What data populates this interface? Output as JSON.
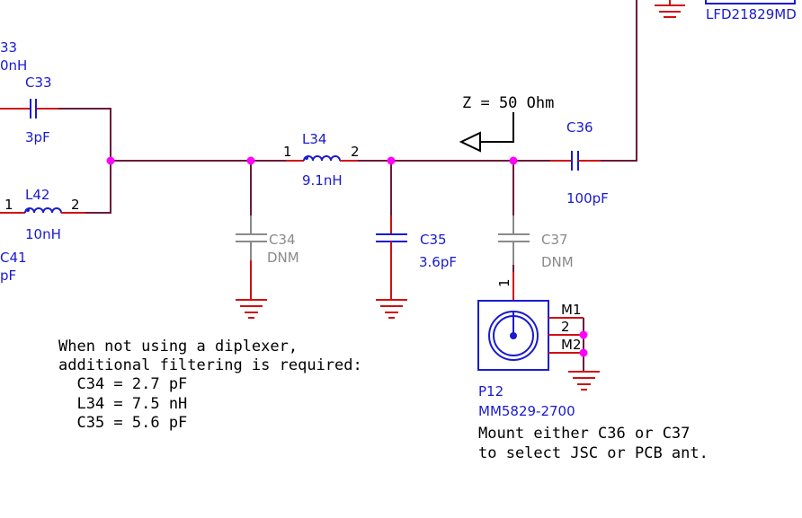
{
  "components": {
    "c33": {
      "ref": "C33",
      "value": "3pF"
    },
    "l42": {
      "ref": "L42",
      "value": "10nH",
      "pin1": "1",
      "pin2": "2"
    },
    "l34": {
      "ref": "L34",
      "value": "9.1nH",
      "pin1": "1",
      "pin2": "2"
    },
    "c34": {
      "ref": "C34",
      "value": "DNM"
    },
    "c35": {
      "ref": "C35",
      "value": "3.6pF"
    },
    "c36": {
      "ref": "C36",
      "value": "100pF"
    },
    "c37": {
      "ref": "C37",
      "value": "DNM"
    },
    "p12": {
      "ref": "P12",
      "part": "MM5829-2700",
      "pin1": "1",
      "pin2": "2",
      "m1": "M1",
      "m2": "M2"
    },
    "edge_left_top_ref": "33",
    "edge_left_top_value": "0nH",
    "edge_left_bottom_ref": "C41",
    "edge_left_bottom_value": "pF",
    "edge_right_part": "LFD21829MD"
  },
  "annotations": {
    "impedance": "Z = 50 Ohm",
    "diplexer_note": [
      "When not using a diplexer,",
      "additional filtering is required:",
      "  C34 = 2.7 pF",
      "  L34 = 7.5 nH",
      "  C35 = 5.6 pF"
    ],
    "mount_note": [
      "Mount either C36 or C37",
      "to select JSC or PCB ant."
    ]
  },
  "colors": {
    "wire": "#6b1a3a",
    "pin": "#d01010",
    "component": "#1a1ad0",
    "dnm": "#8a8a8a",
    "junction": "#ff00ff"
  }
}
